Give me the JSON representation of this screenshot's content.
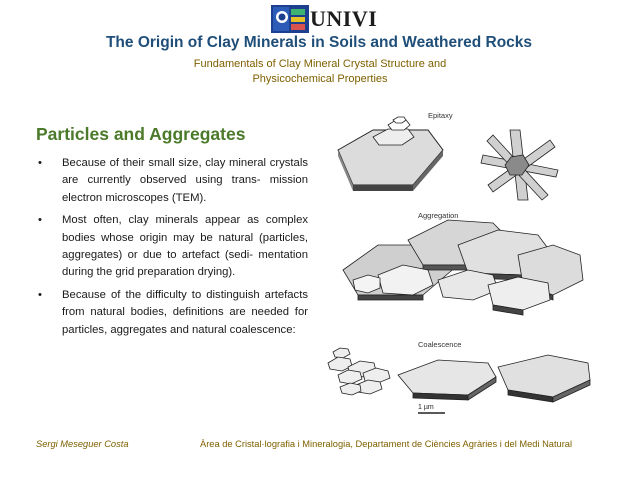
{
  "header": {
    "logo_text": "UNIVI",
    "title": "The Origin of Clay Minerals in Soils and Weathered Rocks",
    "subtitle_line1": "Fundamentals of Clay Mineral Crystal Structure and",
    "subtitle_line2": "Physicochemical Properties"
  },
  "content": {
    "section_title": "Particles and Aggregates",
    "bullet_char": "•",
    "bullets": [
      "Because of their small size, clay mineral crystals are currently observed using trans- mission electron microscopes (TEM).",
      "Most often, clay minerals appear as complex bodies whose origin may be natural (particles, aggregates) or due to artefact (sedi- mentation during the grid preparation drying).",
      "Because of the difficulty to distinguish artefacts from natural bodies, definitions are needed for particles, aggregates and natural coalescence:"
    ]
  },
  "figure": {
    "labels": {
      "epitaxy": "Epitaxy",
      "aggregation": "Aggregation",
      "coalescence": "Coalescence",
      "scale": "1 µm"
    }
  },
  "footer": {
    "author": "Sergi Meseguer Costa",
    "department": "Àrea de Cristal·lografia i Mineralogia, Departament de Ciències Agràries i del Medi Natural"
  },
  "colors": {
    "title": "#1f4e79",
    "subtitle": "#7f6000",
    "section_title": "#4a7a2a",
    "footer": "#7f6000"
  }
}
